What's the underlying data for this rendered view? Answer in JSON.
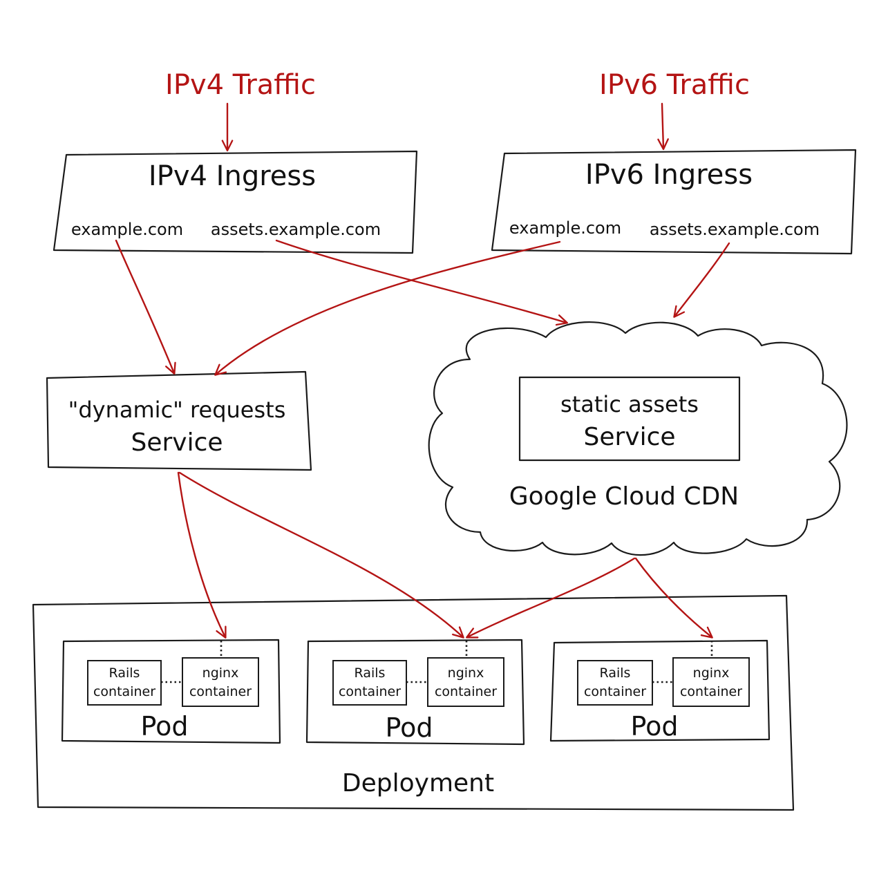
{
  "colors": {
    "ink": "#111111",
    "arrow": "#b41414",
    "background": "#ffffff"
  },
  "traffic": {
    "ipv4": "IPv4 Traffic",
    "ipv6": "IPv6 Traffic"
  },
  "ingress": {
    "ipv4": {
      "title": "IPv4 Ingress",
      "host_main": "example.com",
      "host_assets": "assets.example.com"
    },
    "ipv6": {
      "title": "IPv6 Ingress",
      "host_main": "example.com",
      "host_assets": "assets.example.com"
    }
  },
  "dynamic_service": {
    "line1": "\"dynamic\" requests",
    "line2": "Service"
  },
  "static_service": {
    "line1": "static assets",
    "line2": "Service"
  },
  "cdn": {
    "label": "Google Cloud CDN"
  },
  "pods": [
    {
      "label": "Pod",
      "rails_line1": "Rails",
      "rails_line2": "container",
      "nginx_line1": "nginx",
      "nginx_line2": "container"
    },
    {
      "label": "Pod",
      "rails_line1": "Rails",
      "rails_line2": "container",
      "nginx_line1": "nginx",
      "nginx_line2": "container"
    },
    {
      "label": "Pod",
      "rails_line1": "Rails",
      "rails_line2": "container",
      "nginx_line1": "nginx",
      "nginx_line2": "container"
    }
  ],
  "deployment": {
    "label": "Deployment"
  }
}
